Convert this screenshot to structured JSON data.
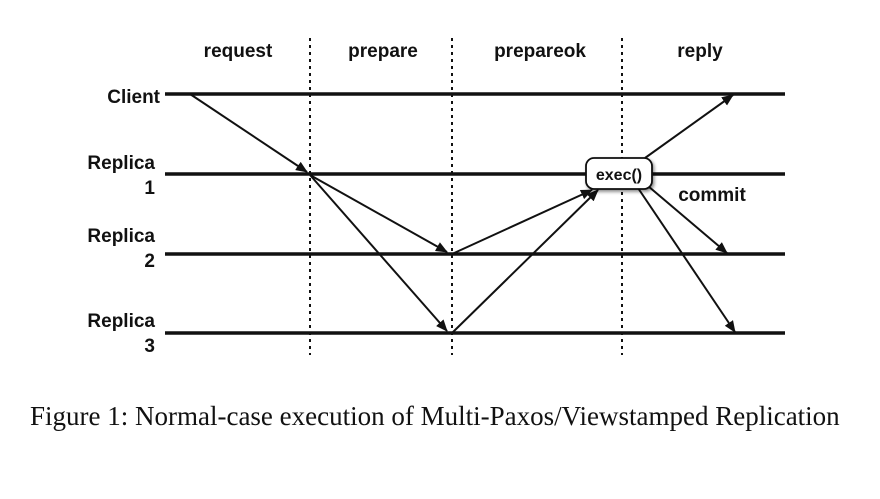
{
  "phases": [
    "request",
    "prepare",
    "prepareok",
    "reply"
  ],
  "timelines": [
    {
      "id": "client",
      "label_lines": [
        "Client"
      ]
    },
    {
      "id": "replica1",
      "label_lines": [
        "Replica",
        "1"
      ]
    },
    {
      "id": "replica2",
      "label_lines": [
        "Replica",
        "2"
      ]
    },
    {
      "id": "replica3",
      "label_lines": [
        "Replica",
        "3"
      ]
    }
  ],
  "exec_label": "exec()",
  "commit_label": "commit",
  "caption": "Figure 1: Normal-case execution of Multi-Paxos/Viewstamped Replication"
}
